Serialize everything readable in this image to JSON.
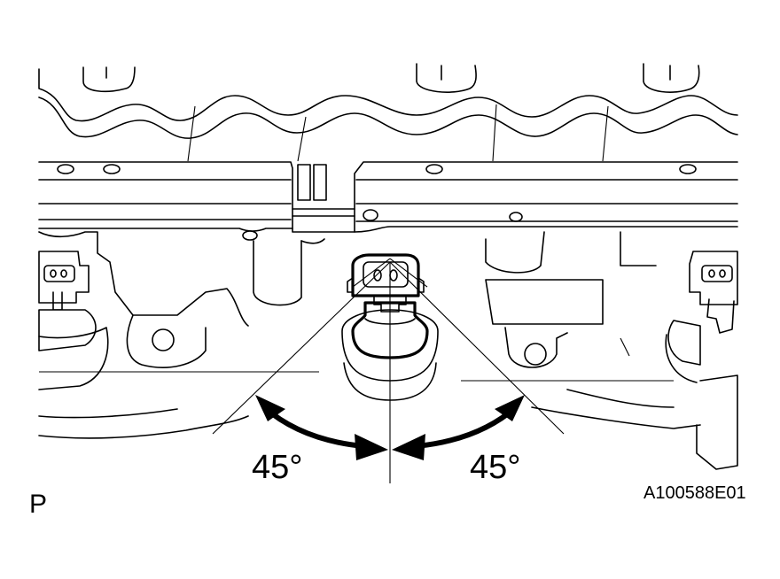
{
  "figure": {
    "view_letter": "P",
    "figure_code": "A100588E01",
    "angle_left": "45°",
    "angle_right": "45°"
  }
}
